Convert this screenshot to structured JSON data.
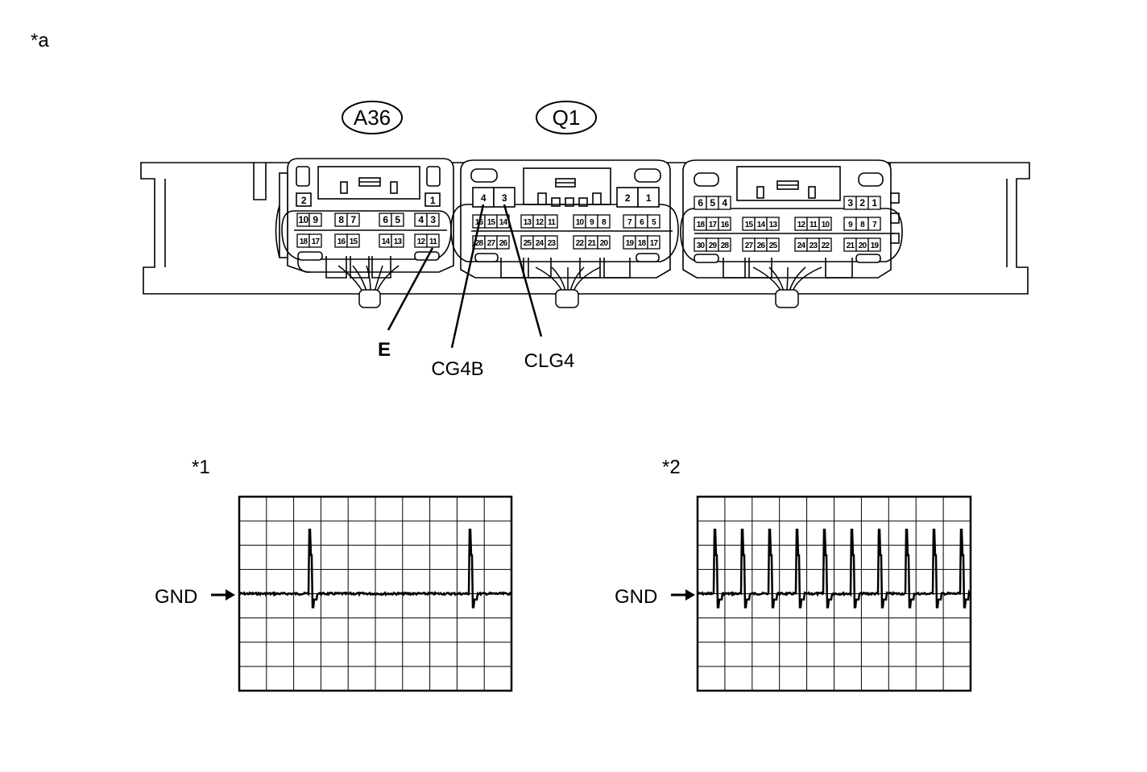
{
  "figure_label": "*a",
  "connectors": {
    "left": {
      "name": "A36",
      "row1": [
        [
          "2",
          ""
        ],
        [
          "1",
          ""
        ]
      ],
      "row2": [
        "10",
        "9",
        "8",
        "7",
        "6",
        "5",
        "4",
        "3"
      ],
      "row3": [
        "18",
        "17",
        "16",
        "15",
        "14",
        "13",
        "12",
        "11"
      ]
    },
    "middle": {
      "name": "Q1",
      "row1": [
        "4",
        "3",
        "2",
        "1"
      ],
      "row2": [
        "16",
        "15",
        "14",
        "13",
        "12",
        "11",
        "10",
        "9",
        "8",
        "7",
        "6",
        "5"
      ],
      "row3": [
        "28",
        "27",
        "26",
        "25",
        "24",
        "23",
        "22",
        "21",
        "20",
        "19",
        "18",
        "17"
      ]
    },
    "right": {
      "name": "",
      "row1": [
        "6",
        "5",
        "4",
        "3",
        "2",
        "1"
      ],
      "row2": [
        "18",
        "17",
        "16",
        "15",
        "14",
        "13",
        "12",
        "11",
        "10",
        "9",
        "8",
        "7"
      ],
      "row3": [
        "30",
        "29",
        "28",
        "27",
        "26",
        "25",
        "24",
        "23",
        "22",
        "21",
        "20",
        "19"
      ]
    }
  },
  "terminals": {
    "e": "E",
    "cg4b": "CG4B",
    "clg4": "CLG4"
  },
  "scopes": [
    {
      "label": "*1",
      "gnd_label": "GND",
      "pulses": 2
    },
    {
      "label": "*2",
      "gnd_label": "GND",
      "pulses": 10
    }
  ]
}
